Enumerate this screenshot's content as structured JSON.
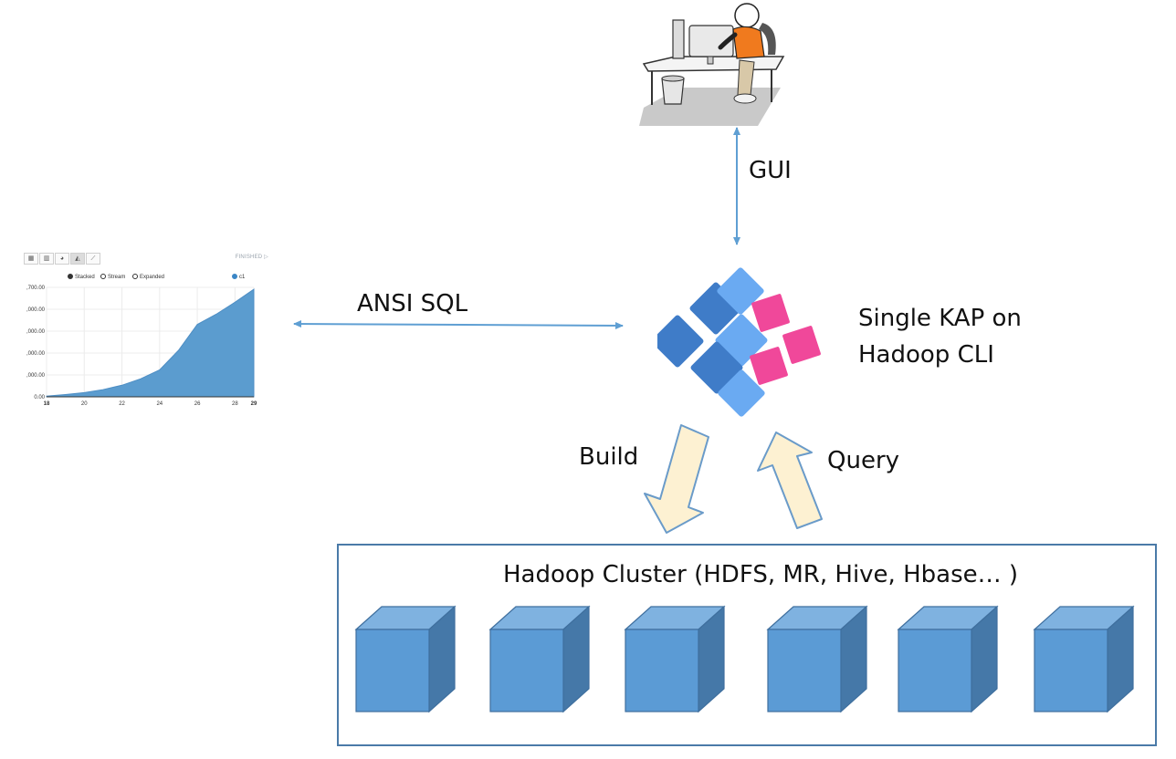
{
  "labels": {
    "gui": "GUI",
    "ansi_sql": "ANSI SQL",
    "kap_line1": "Single KAP on",
    "kap_line2": "Hadoop CLI",
    "build": "Build",
    "query": "Query",
    "cluster_title": "Hadoop Cluster (HDFS, MR, Hive, Hbase… )"
  },
  "chart_panel": {
    "status": "FINISHED ▷",
    "toolbar_icons": [
      "table-icon",
      "bar-chart-icon",
      "pie-chart-icon",
      "area-chart-icon",
      "line-chart-icon"
    ],
    "legend_options": [
      "Stacked",
      "Stream",
      "Expanded"
    ],
    "selected_option": "Stacked"
  },
  "chart_data": {
    "type": "area",
    "x": [
      18,
      19,
      20,
      21,
      22,
      23,
      24,
      25,
      26,
      27,
      28,
      29
    ],
    "series": [
      {
        "name": "c1",
        "values": [
          80,
          250,
          450,
          780,
          1250,
          1950,
          2900,
          5000,
          7800,
          8900,
          10200,
          11600
        ]
      }
    ],
    "x_ticks": [
      "18",
      "20",
      "22",
      "24",
      "26",
      "28",
      "29"
    ],
    "y_ticks": [
      ",700.00",
      ",000.00",
      ",000.00",
      ",000.00",
      ",000.00",
      "0.00"
    ],
    "ylim": [
      0,
      11800
    ],
    "xlim": [
      18,
      29
    ],
    "grid": true,
    "legend_position": "top-right",
    "color": "#5b9ccf"
  },
  "colors": {
    "arrow_line": "#5f9fd3",
    "block_arrow_fill": "#fdf1d2",
    "block_arrow_stroke": "#6a9bc9",
    "logo_blue_dark": "#3f7cc8",
    "logo_blue_light": "#6aaaf2",
    "logo_pink": "#f0489a",
    "cube_front": "#5b9bd5",
    "cube_top": "#7fb2e0",
    "cube_side": "#4578a8",
    "cluster_border": "#4a7aa8"
  },
  "cluster": {
    "node_count": 6
  }
}
